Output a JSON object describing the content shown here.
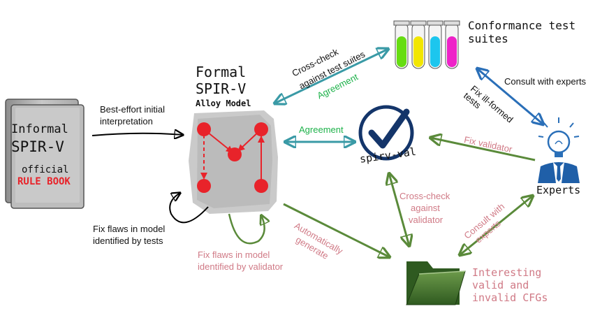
{
  "nodes": {
    "informal_line1": "Informal",
    "informal_line2": "SPIR-V",
    "informal_line3": "official",
    "informal_line4": "RULE BOOK",
    "formal_line1": "Formal",
    "formal_line2": "SPIR-V",
    "formal_line3": "Alloy Model",
    "conformance_line1": "Conformance test",
    "conformance_line2": "suites",
    "spirv_val": "spirv-val",
    "experts": "Experts",
    "cfgs_line1": "Interesting",
    "cfgs_line2": "valid and",
    "cfgs_line3": "invalid CFGs"
  },
  "labels": {
    "best_effort_1": "Best-effort initial",
    "best_effort_2": "interpretation",
    "fix_flaws_tests_1": "Fix flaws in model",
    "fix_flaws_tests_2": "identified by tests",
    "crosscheck_suites_1": "Cross-check",
    "crosscheck_suites_2": "against test suites",
    "agreement_top": "Agreement",
    "agreement_mid": "Agreement",
    "consult_experts": "Consult with experts",
    "fix_ill_formed_1": "Fix ill-formed",
    "fix_ill_formed_2": "tests",
    "fix_validator": "Fix validator",
    "crosscheck_validator_1": "Cross-check",
    "crosscheck_validator_2": "against",
    "crosscheck_validator_3": "validator",
    "consult_with_1": "Consult with",
    "consult_with_2": "experts",
    "auto_generate_1": "Automatically",
    "auto_generate_2": "generate",
    "fix_flaws_validator_1": "Fix flaws in model",
    "fix_flaws_validator_2": "identified by validator"
  },
  "colors": {
    "teal": "#3a9aa6",
    "green": "#5a8a3a",
    "blue": "#2a6fb8",
    "pink": "#d07a86",
    "agreement_green": "#1db24a",
    "red": "#e8232a",
    "navy": "#14356a"
  },
  "icons": [
    "book-icon",
    "alloy-model-graph-icon",
    "test-tubes-icon",
    "checkmark-icon",
    "expert-lightbulb-icon",
    "folder-icon"
  ]
}
